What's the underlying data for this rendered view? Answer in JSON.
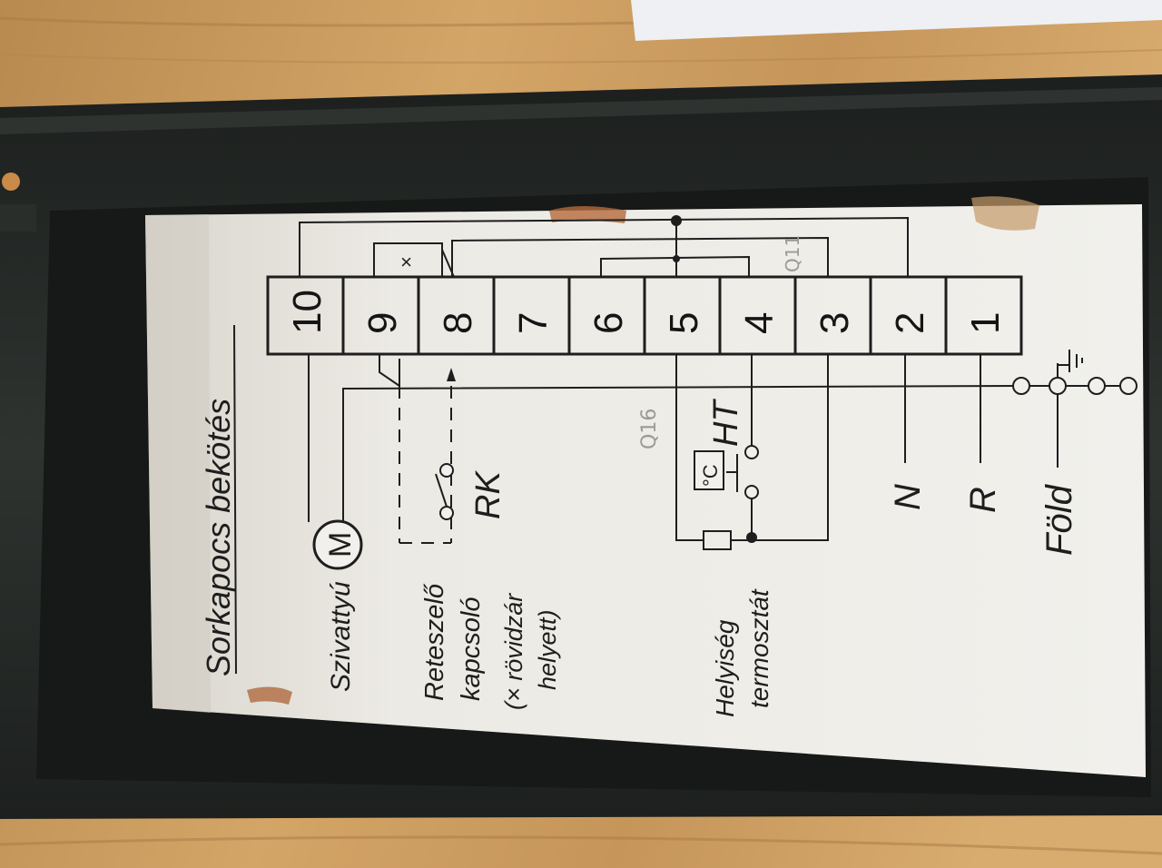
{
  "label": {
    "title": "Sorkapocs bekötés",
    "terminal_numbers": [
      "10",
      "9",
      "8",
      "7",
      "6",
      "5",
      "4",
      "3",
      "2",
      "1"
    ],
    "components": {
      "pump": "Szivattyú",
      "motor_symbol": "M",
      "interlock_line1": "Reteszelő",
      "interlock_line2": "kapcsoló",
      "interlock_note1": "(× rövidzár",
      "interlock_note2": "helyett)",
      "interlock_code": "RK",
      "room_line1": "Helyiség",
      "room_line2": "termosztát",
      "thermostat_code": "HT",
      "thermostat_symbol": "°C",
      "jumper_mark": "×",
      "neutral": "N",
      "live": "R",
      "earth": "Föld"
    },
    "pencil_marks": [
      "Q16",
      "Q11"
    ]
  },
  "colors": {
    "wood": "#c89a5e",
    "frame": "#262a27",
    "paper": "#ecebe6",
    "ink": "#1e1e1e"
  }
}
